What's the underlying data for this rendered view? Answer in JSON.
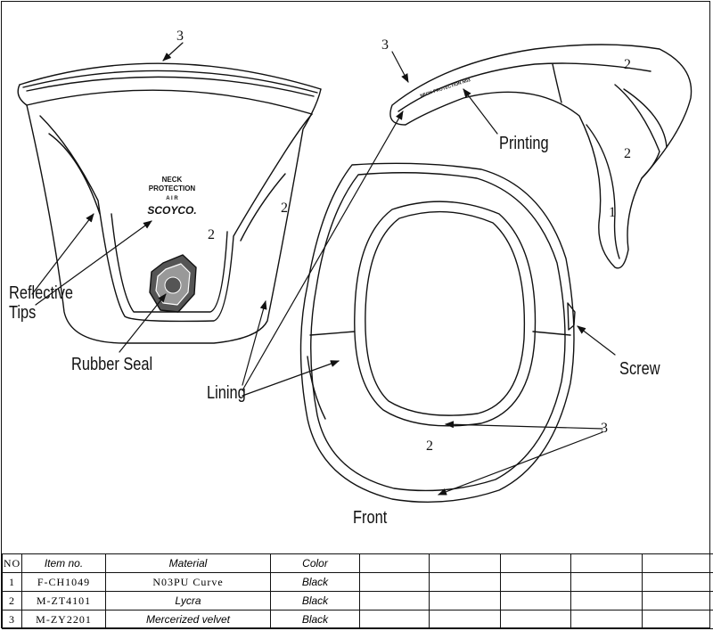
{
  "callouts": {
    "reflective": "Reflective\nTips",
    "rubber_seal": "Rubber Seal",
    "lining": "Lining",
    "printing": "Printing",
    "screw": "Screw",
    "front": "Front"
  },
  "part_numbers": {
    "left_top": "3",
    "left_body_right": "2",
    "left_body_center": "2",
    "right_top": "3",
    "right_arm_upper": "2",
    "right_arm_lower": "2",
    "right_arm_edge": "1",
    "front_inner": "2",
    "front_rim": "3"
  },
  "logo": {
    "line1": "NECK",
    "line2": "PROTECTION",
    "line3": "A  I  R",
    "brand": "SCOYCO.",
    "side_print": "NECK PROTECTION N03"
  },
  "bom": {
    "headers": [
      "NO",
      "Item no.",
      "Material",
      "Color",
      "",
      "",
      "",
      "",
      "",
      ""
    ],
    "rows": [
      [
        "1",
        "F-CH1049",
        "N03PU  Curve",
        "Black",
        "",
        "",
        "",
        "",
        "",
        ""
      ],
      [
        "2",
        "M-ZT4101",
        "Lycra",
        "Black",
        "",
        "",
        "",
        "",
        "",
        ""
      ],
      [
        "3",
        "M-ZY2201",
        "Mercerized velvet",
        "Black",
        "",
        "",
        "",
        "",
        "",
        ""
      ]
    ]
  }
}
